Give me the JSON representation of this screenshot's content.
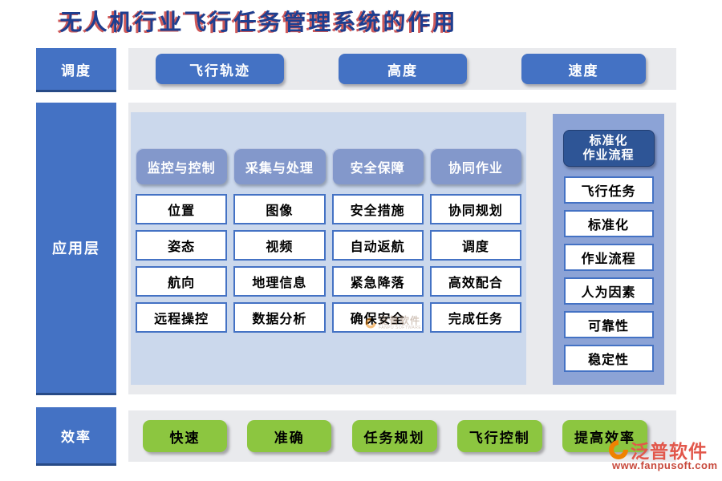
{
  "title": "无人机行业飞行任务管理系统的作用",
  "left_rail": {
    "top": "调度",
    "middle": "应用层",
    "bottom": "效率"
  },
  "top_row": {
    "buttons": [
      "飞行轨迹",
      "高度",
      "速度"
    ]
  },
  "app_layer": {
    "columns": [
      {
        "header": "监控与控制",
        "items": [
          "位置",
          "姿态",
          "航向",
          "远程操控"
        ]
      },
      {
        "header": "采集与处理",
        "items": [
          "图像",
          "视频",
          "地理信息",
          "数据分析"
        ]
      },
      {
        "header": "安全保障",
        "items": [
          "安全措施",
          "自动返航",
          "紧急降落",
          "确保安全"
        ]
      },
      {
        "header": "协同作业",
        "items": [
          "协同规划",
          "调度",
          "高效配合",
          "完成任务"
        ]
      }
    ]
  },
  "right_panel": {
    "header_line1": "标准化",
    "header_line2": "作业流程",
    "items": [
      "飞行任务",
      "标准化",
      "作业流程",
      "人为因素",
      "可靠性",
      "稳定性"
    ]
  },
  "bottom_row": {
    "buttons": [
      "快速",
      "准确",
      "任务规划",
      "飞行控制",
      "提高效率"
    ]
  },
  "watermark": {
    "brand": "泛普软件",
    "subtitle": "FANPU SOFTWARE"
  },
  "logo": {
    "brand": "泛普软件",
    "url": "www.fanpusoft.com"
  },
  "colors": {
    "accent_blue": "#4472C4",
    "header_chip_blue": "#8398CB",
    "panel_light_blue": "#CBD8EC",
    "right_panel_blue": "#8CA3D6",
    "dark_chip_blue": "#2E5596",
    "band_gray": "#E9EAED",
    "green": "#8CC640",
    "title_blue": "#1E3E8F",
    "title_shadow_red": "#BD2121",
    "logo_red": "#E2574B",
    "logo_orange": "#EF8200"
  }
}
